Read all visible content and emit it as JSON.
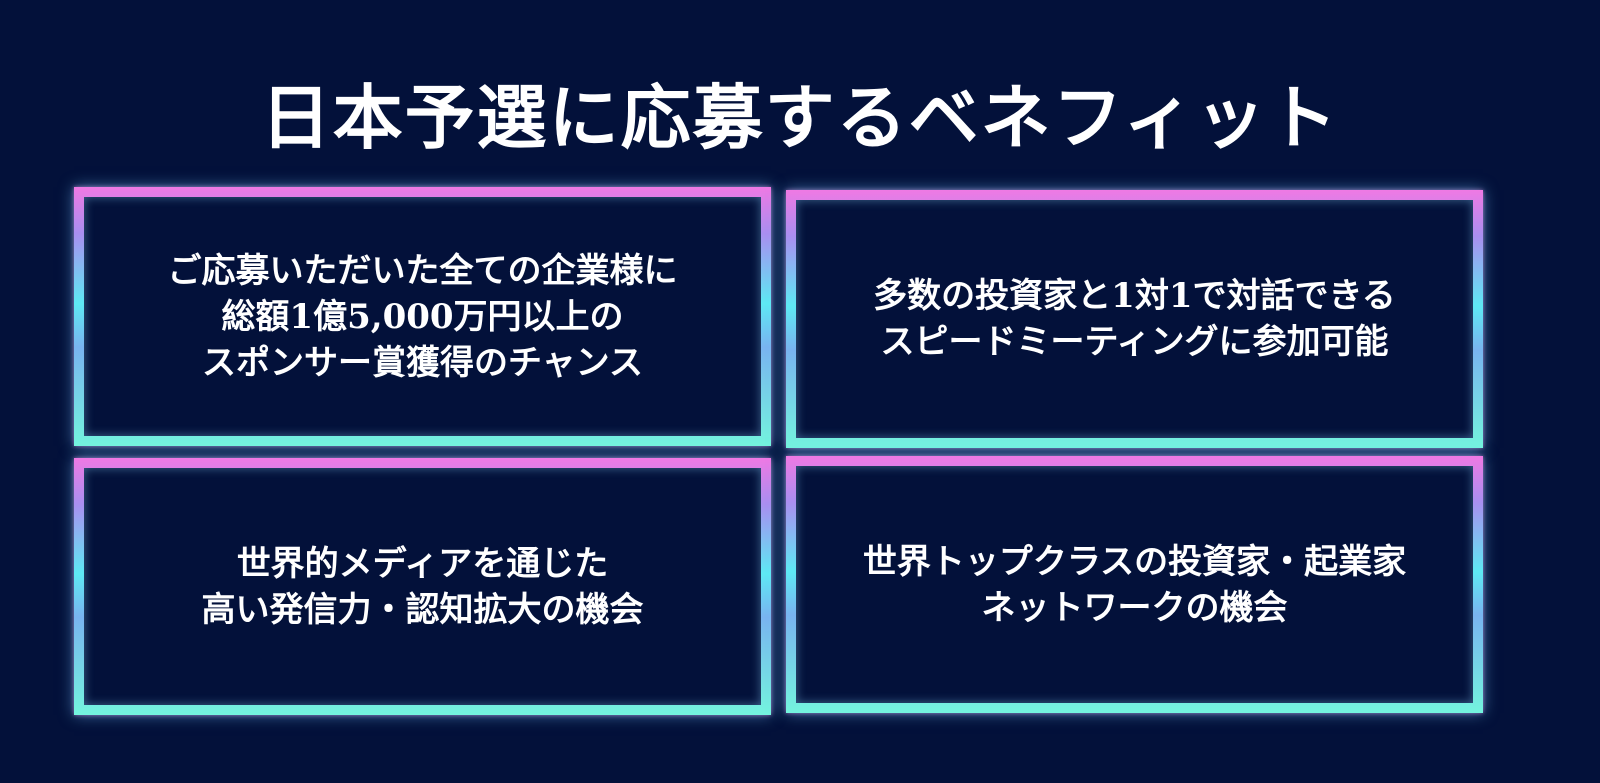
{
  "title": "日本予選に応募するベネフィット",
  "colors": {
    "background": "#03113a",
    "text": "#ffffff",
    "border_gradient_top": "#ef79e4",
    "border_gradient_mid": "#5ee9f4",
    "border_gradient_bottom": "#74f4de"
  },
  "cards": [
    {
      "lines": [
        "ご応募いただいた全ての企業様に",
        "総額1億5,000万円以上の",
        "スポンサー賞獲得のチャンス"
      ]
    },
    {
      "lines": [
        "多数の投資家と1対1で対話できる",
        "スピードミーティングに参加可能"
      ]
    },
    {
      "lines": [
        "世界的メディアを通じた",
        "高い発信力・認知拡大の機会"
      ]
    },
    {
      "lines": [
        "世界トップクラスの投資家・起業家",
        "ネットワークの機会"
      ]
    }
  ]
}
